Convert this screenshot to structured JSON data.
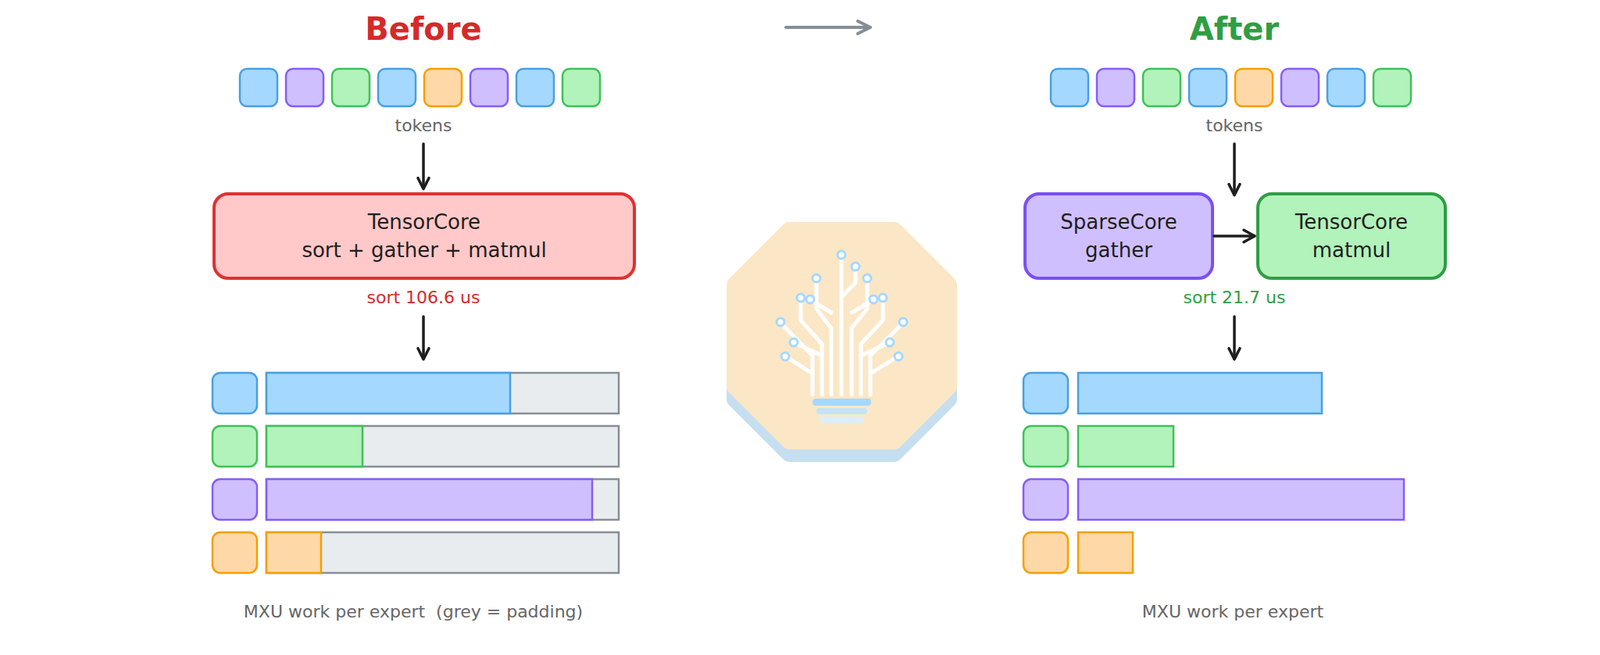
{
  "diagram": {
    "nodes": [
      {
        "text": [
          "TensorCore",
          "sort + gather + matmul"
        ]
      },
      {
        "text": [
          "SparseCore",
          "gather"
        ]
      },
      {
        "text": [
          "TensorCore",
          "matmul"
        ]
      }
    ],
    "edges": [
      {
        "from": 1,
        "to": 2,
        "arrow": "to"
      }
    ],
    "labels": [
      "Before",
      "After",
      "tokens",
      "tokens",
      "sort 106.6 us",
      "sort 21.7 us",
      "MXU work per expert  (grey = padding)",
      "MXU work per expert"
    ]
  }
}
